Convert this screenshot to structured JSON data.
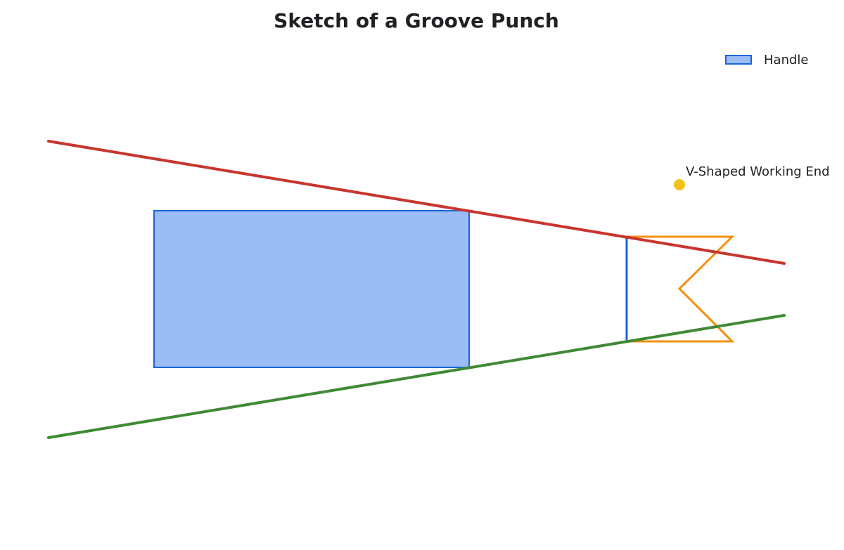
{
  "title": "Sketch of a Groove Punch",
  "legend": {
    "items": [
      {
        "label": "Handle",
        "fill": "#9bbcf5",
        "stroke": "#1a66d9"
      }
    ]
  },
  "annotations": {
    "working_end_label": "V-Shaped Working End"
  },
  "colors": {
    "upper_line": "#c8352f",
    "lower_line": "#3f8a34",
    "handle_fill": "#9bbcf5",
    "handle_stroke": "#1a66d9",
    "tip_outline": "#f5900f",
    "marker": "#f4c21b",
    "text": "#202124"
  }
}
